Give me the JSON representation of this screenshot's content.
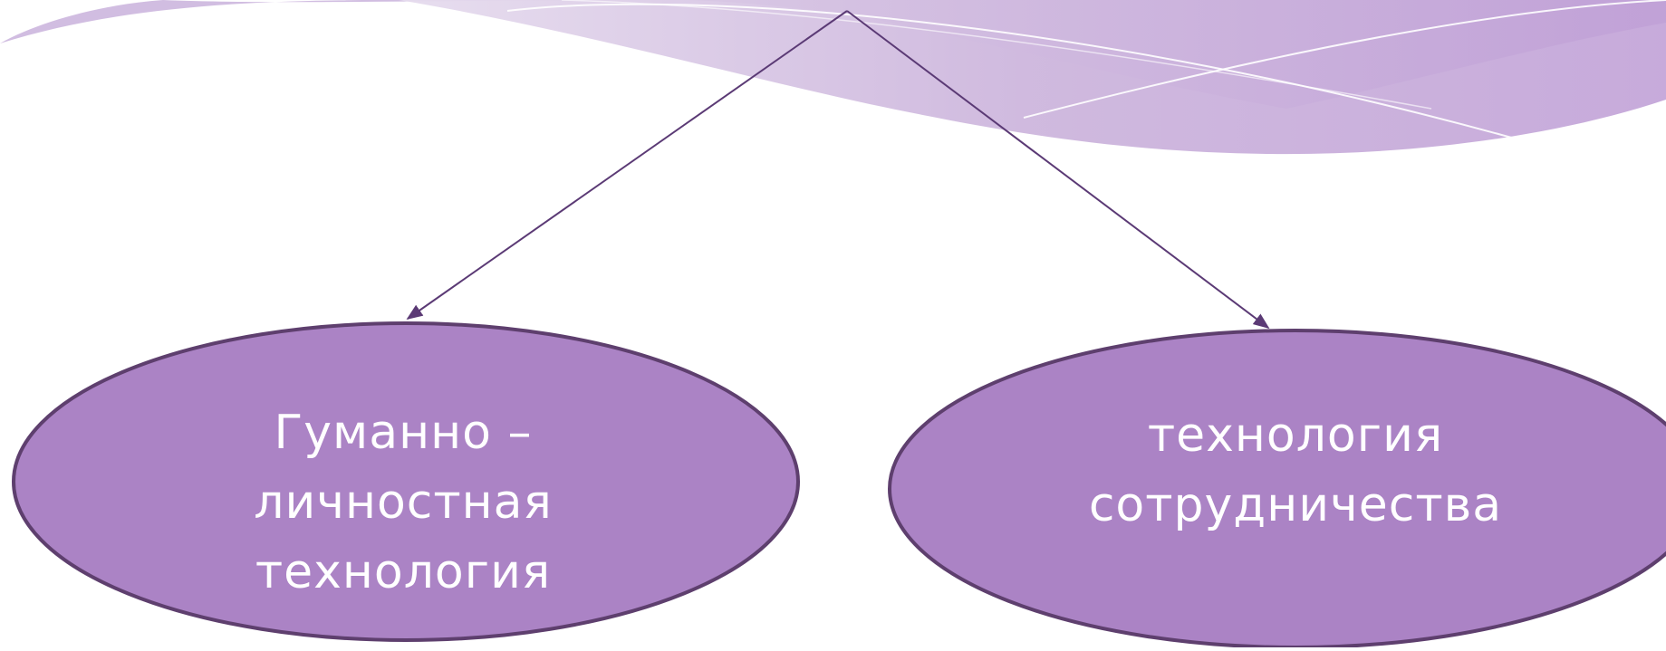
{
  "diagram": {
    "nodes": [
      {
        "id": "left",
        "label": "Гуманно –\nличностная\nтехнология"
      },
      {
        "id": "right",
        "label": "технология\nсотрудничества"
      }
    ],
    "edges": [
      {
        "from": "top",
        "to": "left"
      },
      {
        "from": "top",
        "to": "right"
      }
    ]
  },
  "colors": {
    "ellipse_fill": "#ab83c5",
    "ellipse_stroke": "#5e3f6e",
    "arrow": "#5b3a75",
    "wave_light": "#d9c9e3",
    "wave_mid": "#c4a8d8",
    "wave_line": "#ffffff",
    "label_text": "#ffffff"
  },
  "decorations": {
    "header_wave": "decorative-purple-wave"
  }
}
